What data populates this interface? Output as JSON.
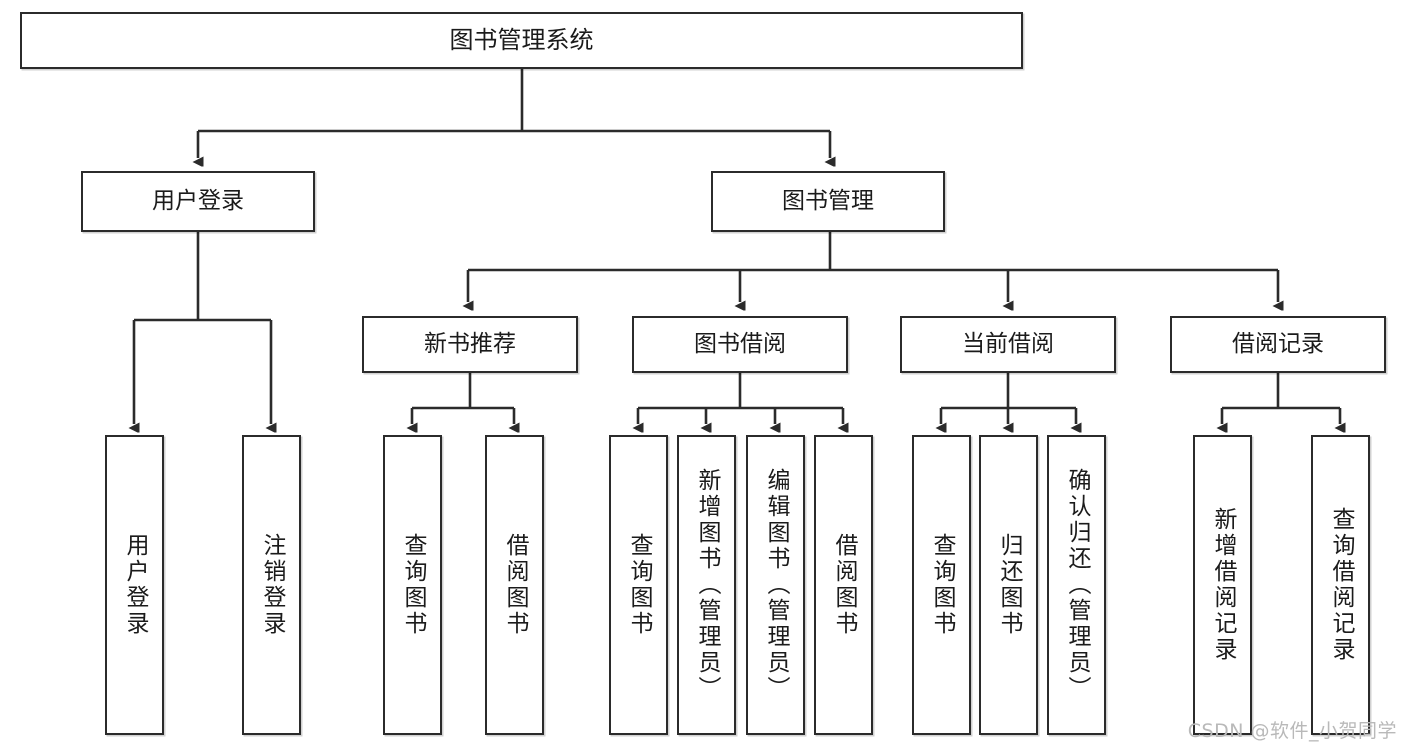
{
  "diagram": {
    "title": "图书管理系统",
    "type": "tree-hierarchy-diagram",
    "watermark": "CSDN @软件_小贺同学",
    "colors": {
      "box_border": "#2b2b2b",
      "box_fill": "#ffffff",
      "connector": "#2b2b2b",
      "text": "#1b1b1b",
      "watermark": "#b9b9b9",
      "background": "#ffffff"
    },
    "levels": {
      "level1": [
        {
          "id": "root",
          "label": "图书管理系统"
        }
      ],
      "level2": [
        {
          "id": "user-login",
          "label": "用户登录"
        },
        {
          "id": "book-manage",
          "label": "图书管理"
        }
      ],
      "level3": [
        {
          "id": "new-book-recommend",
          "label": "新书推荐"
        },
        {
          "id": "book-borrow",
          "label": "图书借阅"
        },
        {
          "id": "current-borrow",
          "label": "当前借阅"
        },
        {
          "id": "borrow-record",
          "label": "借阅记录"
        }
      ],
      "level4": {
        "user_login_children": [
          {
            "id": "leaf-user-login",
            "label": "用户登录"
          },
          {
            "id": "leaf-logout-login",
            "label": "注销登录"
          }
        ],
        "new_book_recommend_children": [
          {
            "id": "leaf-query-book-1",
            "label": "查询图书"
          },
          {
            "id": "leaf-borrow-book-1",
            "label": "借阅图书"
          }
        ],
        "book_borrow_children": [
          {
            "id": "leaf-query-book-2",
            "label": "查询图书"
          },
          {
            "id": "leaf-add-book",
            "label": "新增图书（管理员）"
          },
          {
            "id": "leaf-edit-book",
            "label": "编辑图书（管理员）"
          },
          {
            "id": "leaf-borrow-book-2",
            "label": "借阅图书"
          }
        ],
        "current_borrow_children": [
          {
            "id": "leaf-query-book-3",
            "label": "查询图书"
          },
          {
            "id": "leaf-return-book",
            "label": "归还图书"
          },
          {
            "id": "leaf-confirm-return",
            "label": "确认归还（管理员）"
          }
        ],
        "borrow_record_children": [
          {
            "id": "leaf-add-borrow-record",
            "label": "新增借阅记录"
          },
          {
            "id": "leaf-query-borrow-record",
            "label": "查询借阅记录"
          }
        ]
      }
    }
  }
}
